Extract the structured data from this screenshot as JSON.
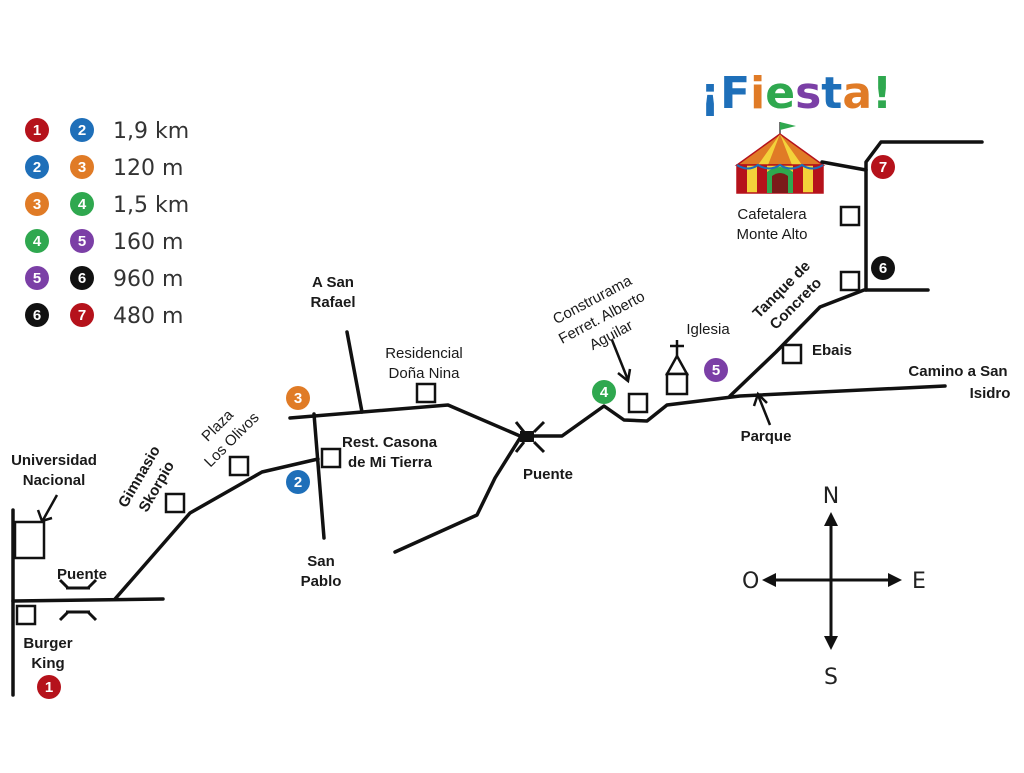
{
  "colors": {
    "m1": "#b5121b",
    "m2": "#1e6fb9",
    "m3": "#e07b26",
    "m4": "#2fa84f",
    "m5": "#7b3fa6",
    "m6": "#111111",
    "m7": "#b5121b"
  },
  "legend": [
    {
      "from": "1",
      "to": "2",
      "distance": "1,9 km"
    },
    {
      "from": "2",
      "to": "3",
      "distance": "120 m"
    },
    {
      "from": "3",
      "to": "4",
      "distance": "1,5 km"
    },
    {
      "from": "4",
      "to": "5",
      "distance": "160 m"
    },
    {
      "from": "5",
      "to": "6",
      "distance": "960 m"
    },
    {
      "from": "6",
      "to": "7",
      "distance": "480 m"
    }
  ],
  "markers": {
    "m1": "1",
    "m2": "2",
    "m3": "3",
    "m4": "4",
    "m5": "5",
    "m6": "6",
    "m7": "7"
  },
  "logo": {
    "title": "¡Fiesta!",
    "letter_colors": [
      "#1e6fb9",
      "#1e6fb9",
      "#e07b26",
      "#2fa84f",
      "#7b3fa6",
      "#1e6fb9",
      "#e07b26",
      "#2fa84f"
    ]
  },
  "labels": {
    "universidad_l1": "Universidad",
    "universidad_l2": "Nacional",
    "puente_west": "Puente",
    "burger_l1": "Burger",
    "burger_l2": "King",
    "gimnasio_l1": "Gimnasio",
    "gimnasio_l2": "Skorpio",
    "plaza_l1": "Plaza",
    "plaza_l2": "Los Olivos",
    "san_rafael_l1": "A San",
    "san_rafael_l2": "Rafael",
    "casona_l1": "Rest. Casona",
    "casona_l2": "de Mi Tierra",
    "san_pablo_l1": "San",
    "san_pablo_l2": "Pablo",
    "residencial_l1": "Residencial",
    "residencial_l2": "Doña Nina",
    "puente_center": "Puente",
    "construrama_l1": "Construrama",
    "construrama_l2": "Ferret. Alberto",
    "construrama_l3": "Aguilar",
    "iglesia": "Iglesia",
    "tanque_l1": "Tanque de",
    "tanque_l2": "Concreto",
    "ebais": "Ebais",
    "camino_l1": "Camino a San",
    "camino_l2": "Isidro",
    "parque": "Parque",
    "cafetalera_l1": "Cafetalera",
    "cafetalera_l2": "Monte Alto"
  },
  "compass": {
    "north": "N",
    "south": "S",
    "east": "E",
    "west": "O"
  }
}
